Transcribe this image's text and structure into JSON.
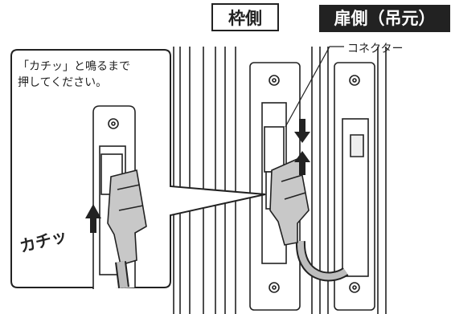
{
  "labels": {
    "frame_side": "枠側",
    "door_side": "扉側（吊元）",
    "connector": "コネクター",
    "instruction_line1": "「カチッ」と鳴るまで",
    "instruction_line2": "押してください。",
    "click_sound": "カチッ"
  }
}
